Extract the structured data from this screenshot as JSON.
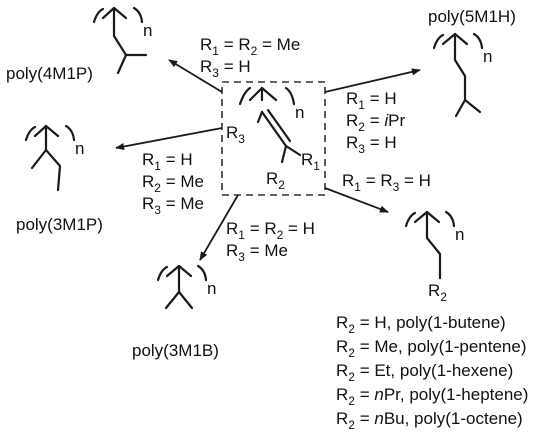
{
  "center": {
    "r1": "R",
    "r1_sub": "1",
    "r2": "R",
    "r2_sub": "2",
    "r3": "R",
    "r3_sub": "3",
    "n": "n"
  },
  "branches": {
    "p4m1p": {
      "name": "poly(4M1P)",
      "cond1": "R",
      "cond1_s1": "1",
      "cond1_mid": " = R",
      "cond1_s2": "2",
      "cond1_end": " = Me",
      "cond2": "R",
      "cond2_s": "3",
      "cond2_end": " = H",
      "n": "n"
    },
    "p5m1h": {
      "name": "poly(5M1H)",
      "c1": "R",
      "c1_s": "1",
      "c1_end": " = H",
      "c2": "R",
      "c2_s": "2",
      "c2_eq": " = ",
      "c2_val": "i",
      "c2_end": "Pr",
      "c3": "R",
      "c3_s": "3",
      "c3_end": " = H",
      "n": "n"
    },
    "p3m1p": {
      "name": "poly(3M1P)",
      "c1": "R",
      "c1_s": "1",
      "c1_end": " = H",
      "c2": "R",
      "c2_s": "2",
      "c2_end": " = Me",
      "c3": "R",
      "c3_s": "3",
      "c3_end": " = Me",
      "n": "n"
    },
    "p3m1b": {
      "name": "poly(3M1B)",
      "c1": "R",
      "c1_s1": "1",
      "c1_mid": " = R",
      "c1_s2": "2",
      "c1_end": " = H",
      "c2": "R",
      "c2_s": "3",
      "c2_end": " = Me",
      "n": "n"
    },
    "polyolefin": {
      "cond": "R",
      "cond_s1": "1",
      "cond_mid": " = R",
      "cond_s2": "3",
      "cond_end": " = H",
      "r2": "R",
      "r2_s": "2",
      "n": "n",
      "list": [
        {
          "r": "R",
          "s": "2",
          "pre": " = H, ",
          "it": "",
          "post": "poly(1-butene)"
        },
        {
          "r": "R",
          "s": "2",
          "pre": " = Me, ",
          "it": "",
          "post": "poly(1-pentene)"
        },
        {
          "r": "R",
          "s": "2",
          "pre": " = Et, ",
          "it": "",
          "post": "poly(1-hexene)"
        },
        {
          "r": "R",
          "s": "2",
          "pre": " = ",
          "it": "n",
          "post": "Pr, poly(1-heptene)"
        },
        {
          "r": "R",
          "s": "2",
          "pre": " = ",
          "it": "n",
          "post": "Bu, poly(1-octene)"
        }
      ]
    }
  }
}
